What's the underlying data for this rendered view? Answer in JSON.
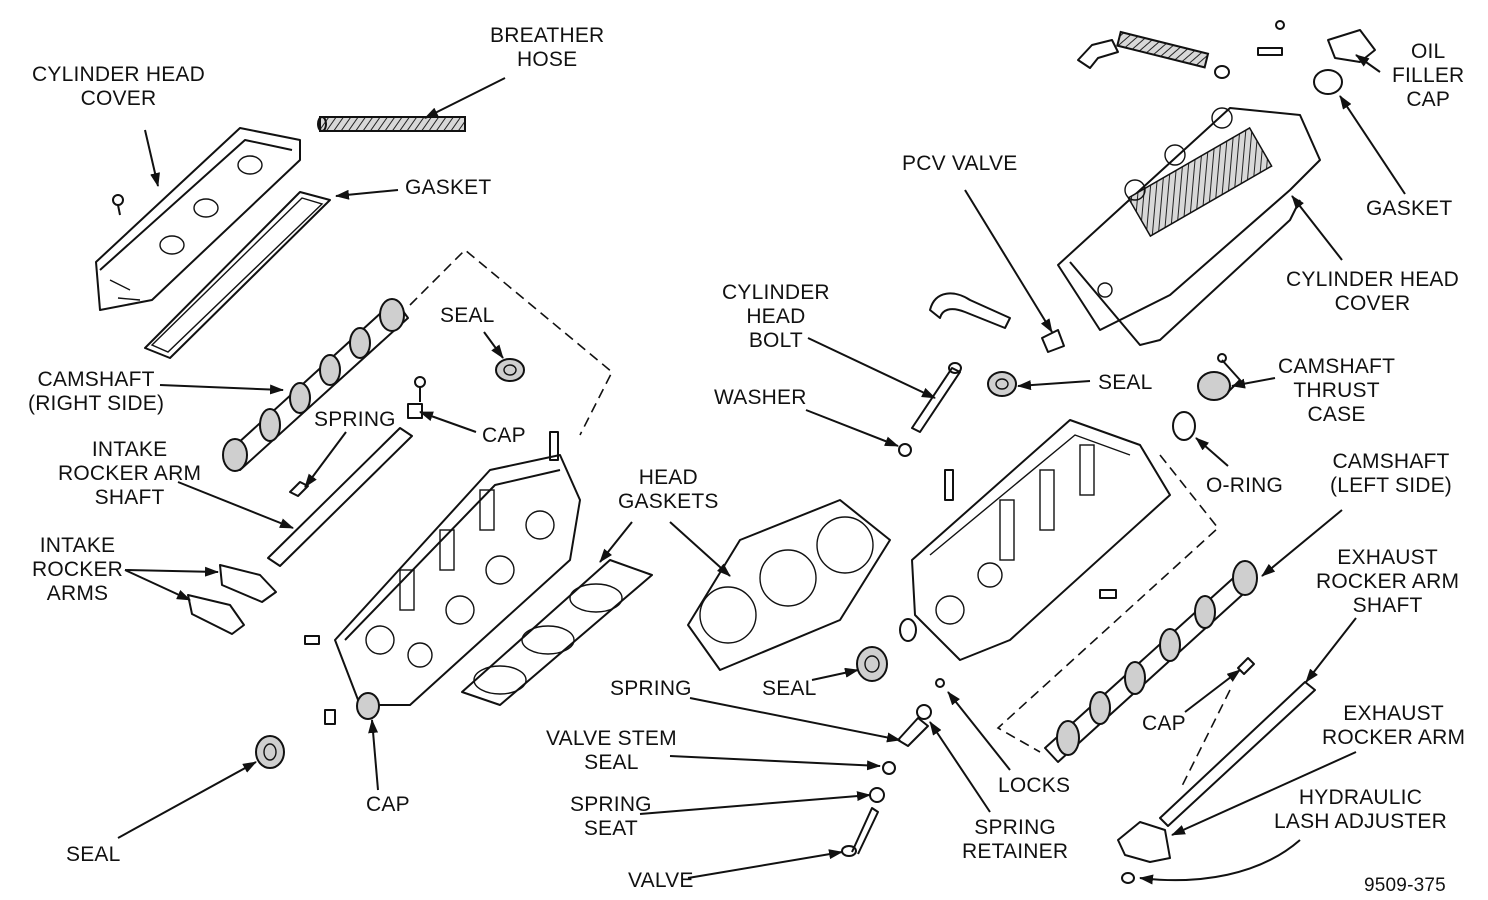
{
  "labels": {
    "cyl_head_cover_left": [
      "CYLINDER HEAD",
      "COVER"
    ],
    "breather_hose": [
      "BREATHER",
      "HOSE"
    ],
    "gasket_left": [
      "GASKET"
    ],
    "seal_top": [
      "SEAL"
    ],
    "camshaft_right": [
      "CAMSHAFT",
      "(RIGHT SIDE)"
    ],
    "spring_upper": [
      "SPRING"
    ],
    "cap_upper": [
      "CAP"
    ],
    "intake_rocker_shaft": [
      "INTAKE",
      "ROCKER ARM",
      "SHAFT"
    ],
    "intake_rocker_arms": [
      "INTAKE",
      "ROCKER",
      "ARMS"
    ],
    "cap_lower": [
      "CAP"
    ],
    "seal_bottom_left": [
      "SEAL"
    ],
    "head_gaskets": [
      "HEAD",
      "GASKETS"
    ],
    "cyl_head_bolt": [
      "CYLINDER",
      "HEAD",
      "BOLT"
    ],
    "washer": [
      "WASHER"
    ],
    "pcv_valve": [
      "PCV VALVE"
    ],
    "seal_mid_right": [
      "SEAL"
    ],
    "seal_center": [
      "SEAL"
    ],
    "spring_valve": [
      "SPRING"
    ],
    "valve_stem_seal": [
      "VALVE STEM",
      "SEAL"
    ],
    "spring_seat": [
      "SPRING",
      "SEAT"
    ],
    "valve": [
      "VALVE"
    ],
    "locks": [
      "LOCKS"
    ],
    "spring_retainer": [
      "SPRING",
      "RETAINER"
    ],
    "oil_filler_cap": [
      "OIL",
      "FILLER",
      "CAP"
    ],
    "gasket_right": [
      "GASKET"
    ],
    "cyl_head_cover_right": [
      "CYLINDER HEAD",
      "COVER"
    ],
    "camshaft_thrust_case": [
      "CAMSHAFT",
      "THRUST",
      "CASE"
    ],
    "o_ring": [
      "O-RING"
    ],
    "camshaft_left": [
      "CAMSHAFT",
      "(LEFT SIDE)"
    ],
    "exhaust_rocker_shaft": [
      "EXHAUST",
      "ROCKER ARM",
      "SHAFT"
    ],
    "cap_right": [
      "CAP"
    ],
    "exhaust_rocker_arm": [
      "EXHAUST",
      "ROCKER ARM"
    ],
    "hydraulic_lash_adjuster": [
      "HYDRAULIC",
      "LASH ADJUSTER"
    ],
    "figure_number": [
      "9509-375"
    ]
  }
}
